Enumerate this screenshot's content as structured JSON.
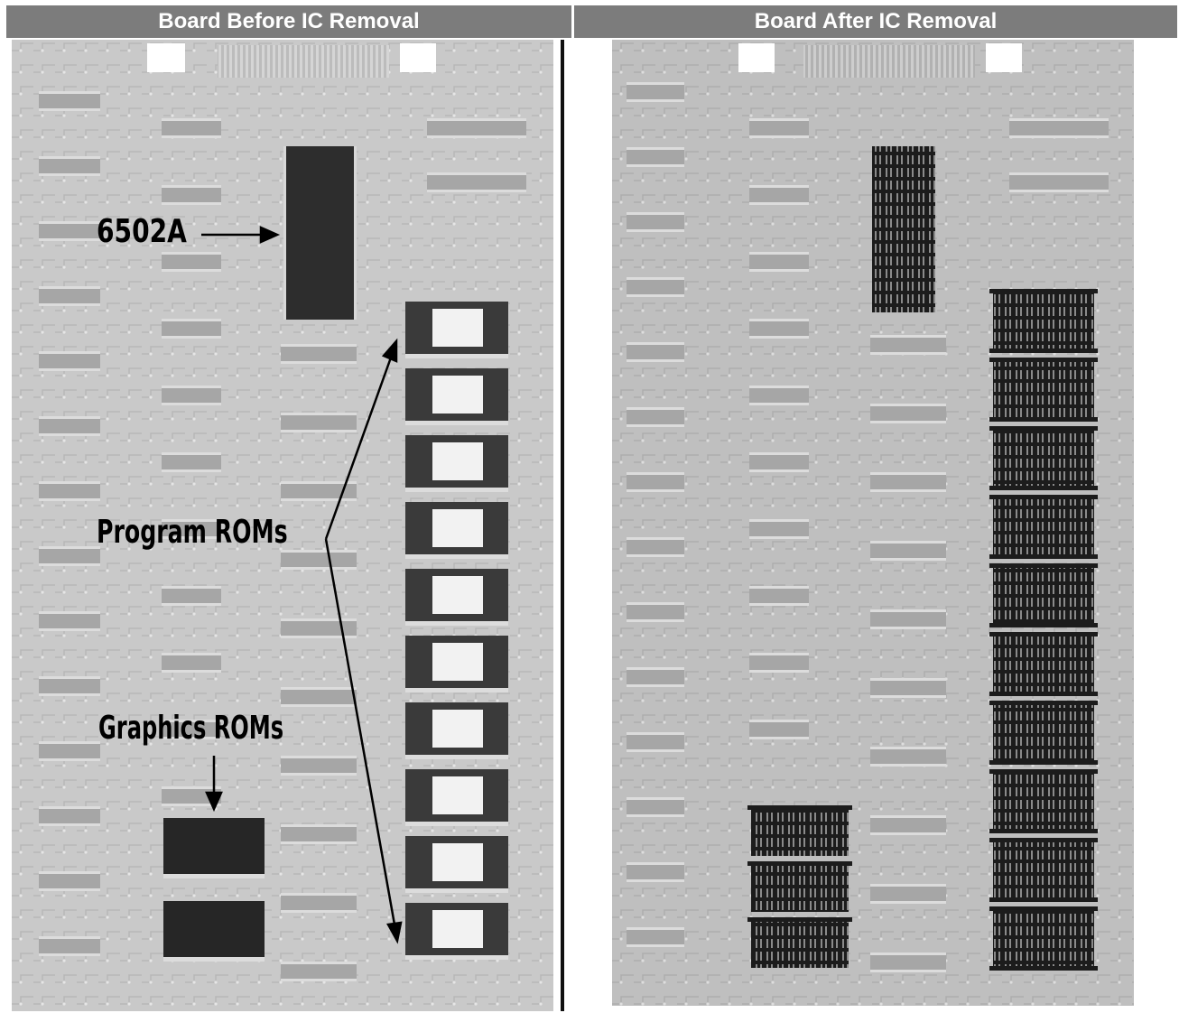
{
  "panels": {
    "left": {
      "title": "Board Before IC Removal"
    },
    "right": {
      "title": "Board After IC Removal"
    }
  },
  "annotations": {
    "cpu": "6502A",
    "program_roms": "Program ROMs",
    "graphics_roms": "Graphics ROMs"
  },
  "colors": {
    "header_bg": "#7c7c7c",
    "header_text": "#ffffff",
    "board": "#c9c9c9",
    "chip": "#3a3a3a",
    "socket": "#1c1c1c",
    "chip_label": "#f2f2f2"
  }
}
